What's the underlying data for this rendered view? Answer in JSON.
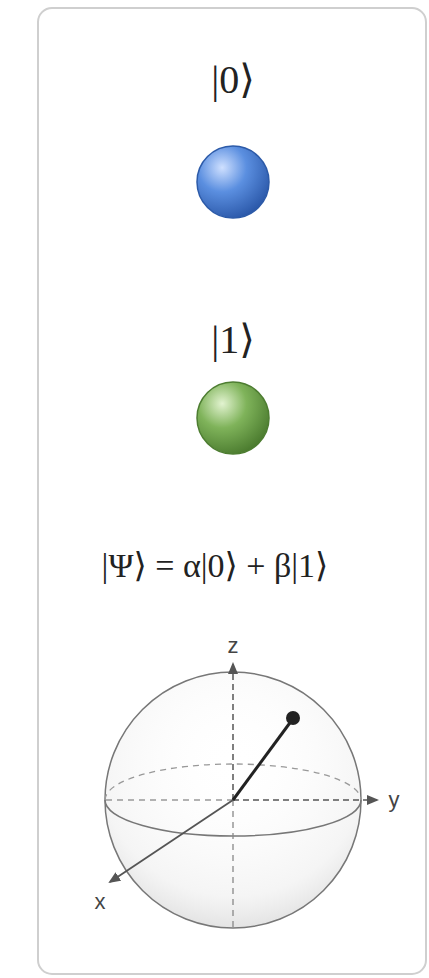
{
  "diagram": {
    "labels": [
      "|0⟩",
      "|1⟩",
      "|Ψ⟩ = α|0⟩ + β|1⟩",
      "z",
      "y",
      "x"
    ]
  }
}
